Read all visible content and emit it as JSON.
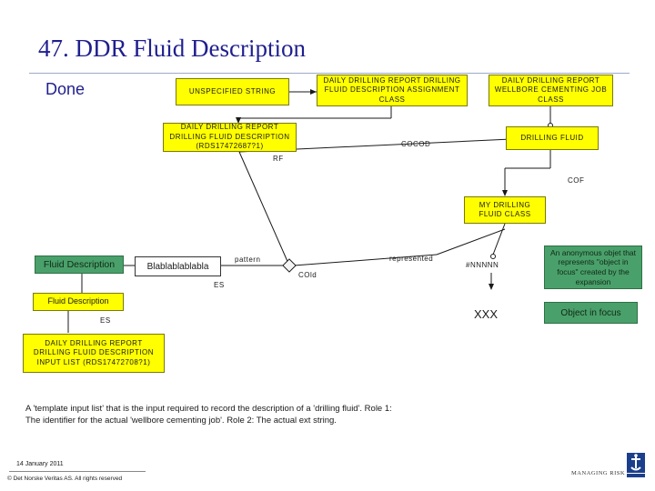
{
  "title": "47. DDR   Fluid Description",
  "status": "Done",
  "boxes": {
    "unspecified_string": "UNSPECIFIED STRING",
    "assignment_class": "DAILY DRILLING REPORT DRILLING FLUID DESCRIPTION ASSIGNMENT CLASS",
    "wellbore_cementing_job_class": "DAILY DRILLING REPORT WELLBORE CEMENTING JOB CLASS",
    "fluid_description_class": "DAILY DRILLING REPORT DRILLING FLUID DESCRIPTION (RDS17472687?1)",
    "drilling_fluid": "DRILLING FLUID",
    "my_drilling_fluid_class": "MY DRILLING FLUID CLASS",
    "fluid_description_green": "Fluid Description",
    "blabla": "Blablablablabla",
    "fluid_description_plain": "Fluid Description",
    "input_list": "DAILY DRILLING REPORT DRILLING FLUID DESCRIPTION INPUT LIST (RDS17472708?1)",
    "anonymous_object": "An anonymous objet that represents \"object in focus\" created by the expansion",
    "object_in_focus": "Object in focus"
  },
  "labels": {
    "cocod": "COCOD",
    "rf": "RF",
    "cof": "COF",
    "pattern": "pattern",
    "es_1": "ES",
    "es_2": "ES",
    "represented": "represented",
    "cold": "COld",
    "nnnnn": "#NNNNN",
    "xxx": "XXX"
  },
  "note": "A 'template input list' that is the input required to record the description of a 'drilling fluid'. Role 1: The identifier for the actual 'wellbore cementing job'. Role 2: The actual ext string.",
  "footer": {
    "date": "14 January 2011",
    "copyright": "© Det Norske Veritas AS. All rights reserved",
    "tagline": "MANAGING RISK"
  },
  "colors": {
    "yellow": "#ffff00",
    "green": "#4aa06a",
    "title": "#1f1f8f",
    "connector": "#1a1a1a"
  },
  "icons": [
    "dnv-logo-icon"
  ]
}
